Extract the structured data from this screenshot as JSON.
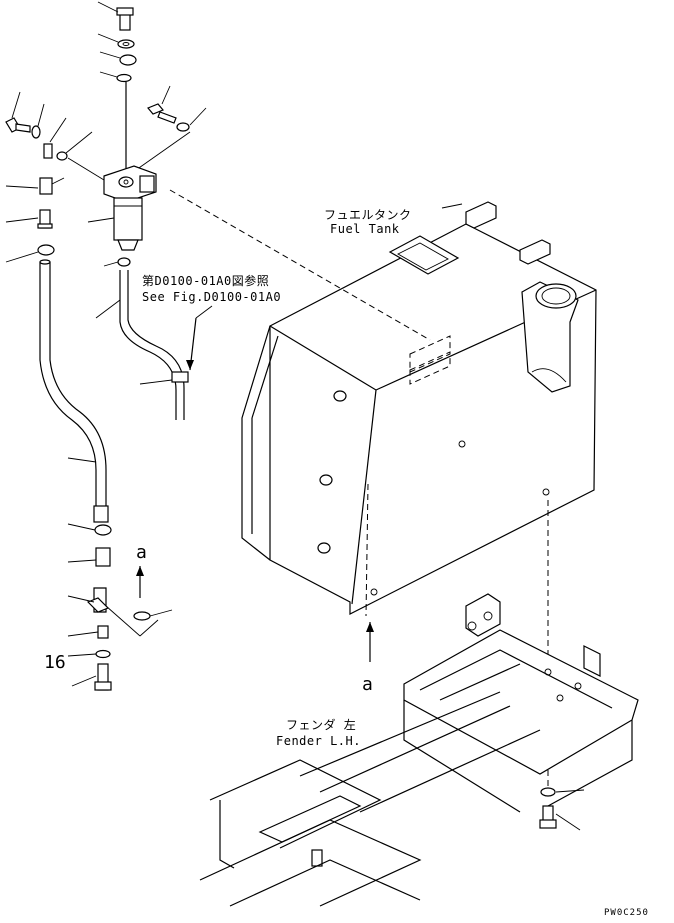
{
  "labels": {
    "fuel_tank_jp": "フュエルタンク",
    "fuel_tank_en": "Fuel Tank",
    "see_fig_jp": "第D0100-01A0図参照",
    "see_fig_en": "See Fig.D0100-01A0",
    "fender_jp": "フェンダ 左",
    "fender_en": "Fender L.H.",
    "view_mark_top": "a",
    "view_mark_bottom": "a",
    "part_number": "16",
    "drawing_code": "PW0C250"
  }
}
